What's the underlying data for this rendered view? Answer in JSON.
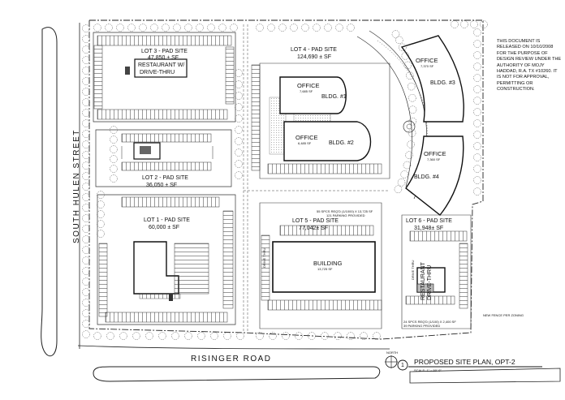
{
  "disclaimer": "THIS DOCUMENT IS RELEASED ON 10/10/2008 FOR THE PURPOSE OF DESIGN REVIEW UNDER THE AUTHORITY OF MOJY HADDAD, R.A. TX #10260. IT IS NOT FOR APPROVAL, PERMITTING OR CONSTRUCTION.",
  "streets": {
    "west": "SOUTH HULEN STREET",
    "south": "RISINGER ROAD"
  },
  "title": {
    "sheet_number": "1",
    "text": "PROPOSED SITE PLAN, OPT-2",
    "scale": "SCALE: 1\" = 50'-0\"",
    "north": "NORTH"
  },
  "lots": {
    "lot3": {
      "name": "LOT 3 - PAD SITE",
      "area": "47,850 ± SF",
      "building": [
        "RESTAURANT W/",
        "DRIVE-THRU"
      ]
    },
    "lot4": {
      "name": "LOT 4 - PAD SITE",
      "area": "124,690 ± SF"
    },
    "lot2": {
      "name": "LOT 2 - PAD SITE",
      "area": "36,050 ± SF"
    },
    "lot1": {
      "name": "LOT 1 - PAD SITE",
      "area": "60,000 ± SF"
    },
    "lot5": {
      "name": "LOT 5 - PAD SITE",
      "area": "77,042± SF",
      "parking": [
        "55 SPCS REQ'D (1/1000) X 13,725 SF",
        "121 PARKING PROVIDED"
      ]
    },
    "lot6": {
      "name": "LOT 6 - PAD SITE",
      "area": "31,948± SF",
      "parking": [
        "24 SPCS REQ'D (1/100) X 2,400 SF",
        "39 PARKING PROVIDED"
      ]
    }
  },
  "buildings": {
    "b1": {
      "label": "OFFICE",
      "area": "7,685 SF",
      "name": "BLDG. #1"
    },
    "b2": {
      "label": "OFFICE",
      "area": "6,485 SF",
      "name": "BLDG. #2"
    },
    "b3": {
      "label": "OFFICE",
      "area": "7,370 SF",
      "name": "BLDG. #3"
    },
    "b4": {
      "label": "OFFICE",
      "area": "7,360 SF",
      "name": "BLDG. #4"
    },
    "b5": {
      "label": "BUILDING",
      "area": "13,725 SF"
    },
    "b6": {
      "lines": [
        "RESTAURANT",
        "DRIVE-THRU"
      ]
    }
  },
  "annotations": {
    "fence": "NEW FENCE PER ZONING",
    "drive_thru": "DRIVE THRU"
  }
}
